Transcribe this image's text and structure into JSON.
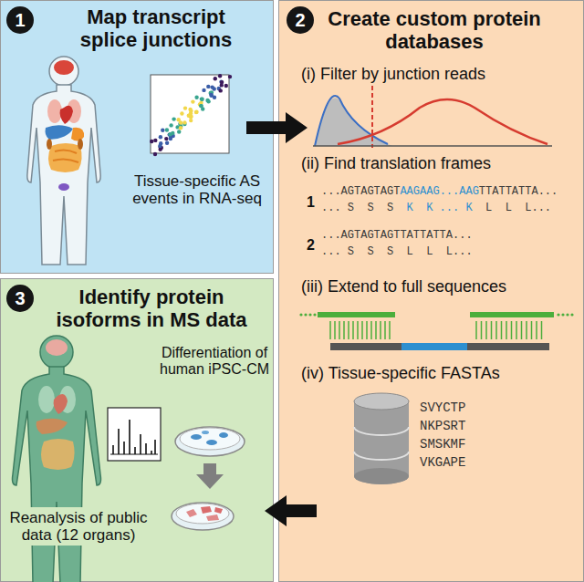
{
  "diagram": {
    "nodes": [
      {
        "text": [
          "Map transcript splice junctions",
          "Tissue-specific AS events in RNA-seq"
        ]
      },
      {
        "text": [
          "1"
        ],
        "in": 0
      },
      {
        "text": [
          "Create custom protein databases",
          "(i) Filter by junction reads",
          "(ii) Find translation frames",
          "(iii) Extend to full sequences",
          "(iv) Tissue-specific FASTAs"
        ]
      },
      {
        "text": [
          "2"
        ],
        "in": 2
      },
      {
        "text": [
          "Identify protein isoforms in MS data",
          "Differentiation of human iPSC-CM",
          "Reanalysis of public data (12 organs)"
        ]
      },
      {
        "text": [
          "3"
        ],
        "in": 4
      }
    ],
    "edges": [
      {
        "from": 0,
        "to": 2,
        "arrow": "to"
      },
      {
        "from": 2,
        "to": 4,
        "arrow": "to"
      }
    ],
    "labels": [
      "1",
      "...AGTAGTAGT",
      "AAGAAG...AAG",
      "TTATTATTA...",
      "... S  S  S",
      "K  K ... K",
      "L  L  L...",
      "2",
      "...AGTAGTAGTTATTATTA...",
      "... S  S  S  L  L  L...",
      "SVYCTP",
      "NKPSRT",
      "SMSKMF",
      "VKGAPE"
    ]
  }
}
